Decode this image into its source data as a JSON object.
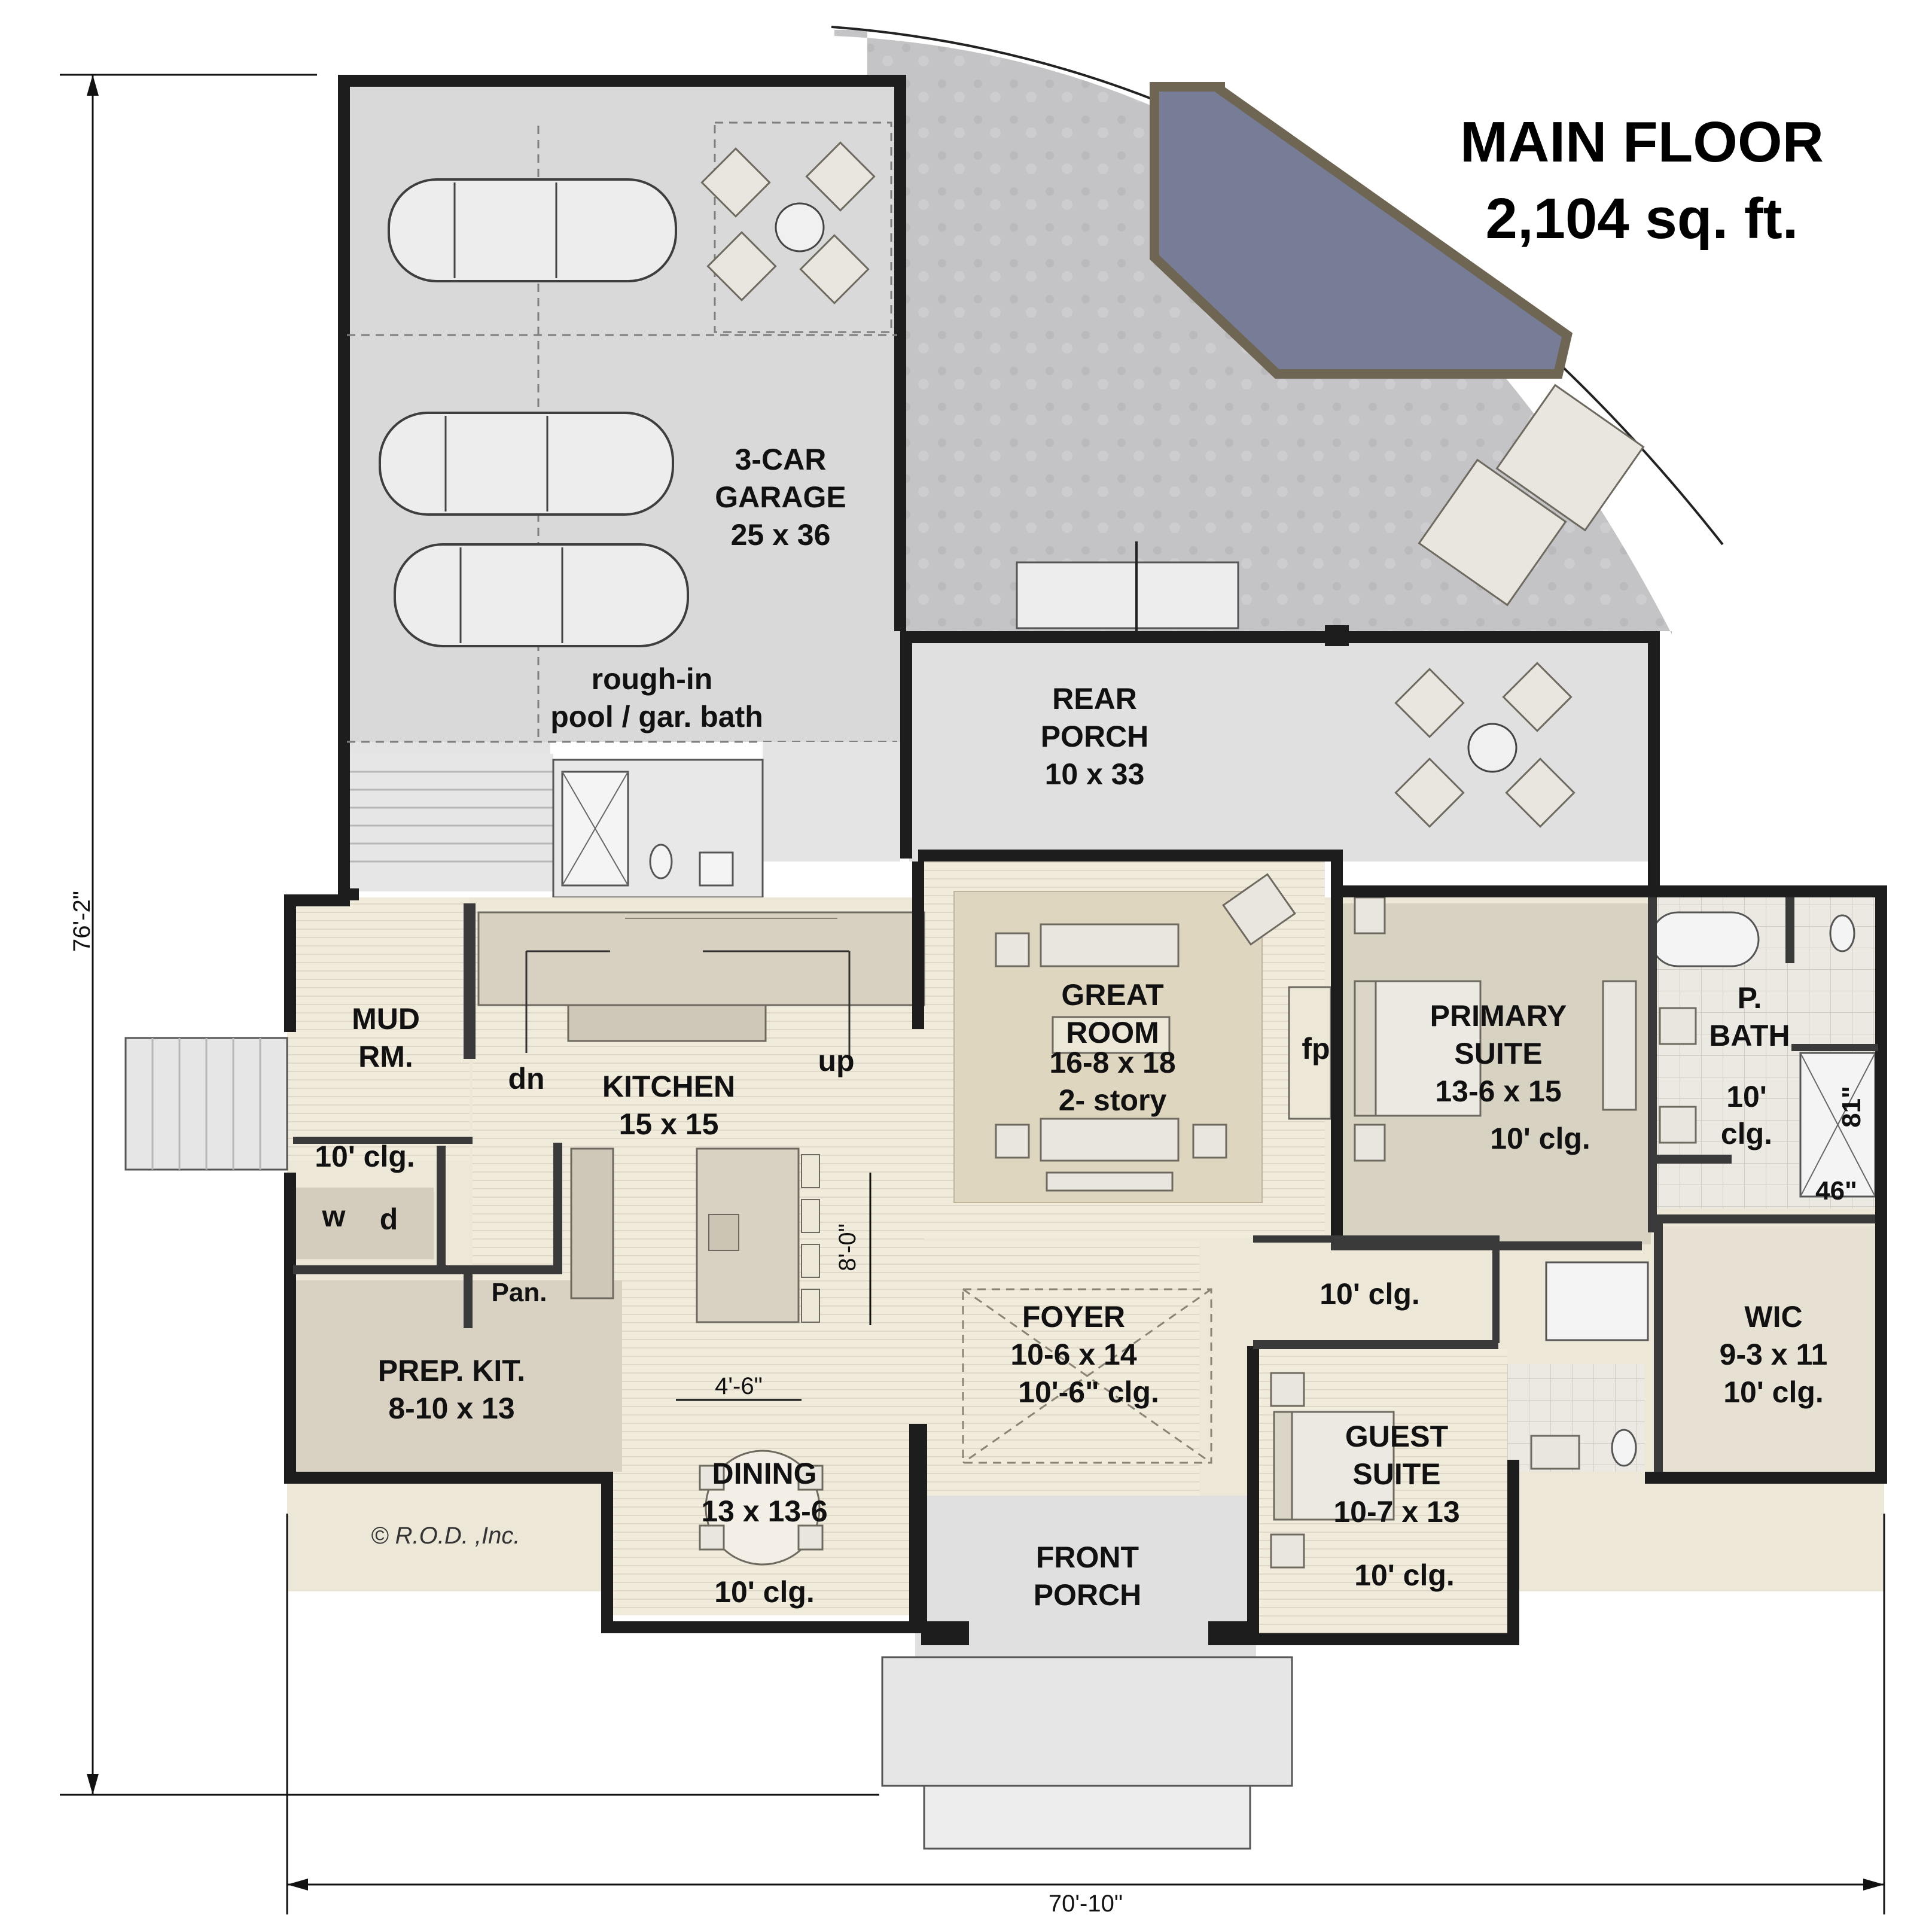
{
  "title": {
    "line1": "MAIN FLOOR",
    "line2": "2,104 sq. ft."
  },
  "dimensions": {
    "depth": "76'-2\"",
    "width": "70'-10\"",
    "island_width": "8'-0\"",
    "counter_gap": "4'-6\"",
    "shower_height": "81\"",
    "shower_width": "46\""
  },
  "rooms": {
    "garage": {
      "name_1": "3-CAR",
      "name_2": "GARAGE",
      "size": "25 x 36",
      "note_1": "rough-in",
      "note_2": "pool / gar. bath"
    },
    "rear_porch": {
      "name_1": "REAR",
      "name_2": "PORCH",
      "size": "10 x 33"
    },
    "mud": {
      "name_1": "MUD",
      "name_2": "RM.",
      "ceiling": "10' clg.",
      "washer": "w",
      "dryer": "d"
    },
    "kitchen": {
      "name": "KITCHEN",
      "size": "15 x 15",
      "stair_down": "dn",
      "stair_up": "up"
    },
    "great_room": {
      "name_1": "GREAT",
      "name_2": "ROOM",
      "size": "16-8 x 18",
      "note": "2- story",
      "fireplace": "fp"
    },
    "primary": {
      "name_1": "PRIMARY",
      "name_2": "SUITE",
      "size": "13-6 x 15",
      "ceiling": "10' clg."
    },
    "pbath": {
      "name_1": "P.",
      "name_2": "BATH",
      "ceiling_1": "10'",
      "ceiling_2": "clg."
    },
    "pantry": {
      "name": "Pan."
    },
    "prep": {
      "name": "PREP. KIT.",
      "size": "8-10 x 13"
    },
    "foyer": {
      "name": "FOYER",
      "size": "10-6 x 14",
      "ceiling": "10'-6\" clg.",
      "hall_ceiling": "10' clg."
    },
    "wic": {
      "name": "WIC",
      "size": "9-3 x 11",
      "ceiling": "10' clg."
    },
    "dining": {
      "name": "DINING",
      "size": "13 x 13-6",
      "ceiling": "10' clg."
    },
    "guest": {
      "name_1": "GUEST",
      "name_2": "SUITE",
      "size": "10-7 x 13",
      "ceiling": "10' clg."
    },
    "front_porch": {
      "name_1": "FRONT",
      "name_2": "PORCH"
    }
  },
  "copyright": "© R.O.D. ,Inc.",
  "colors": {
    "room_fill": "#ede7d8",
    "wood_floor": "#f1ebdc",
    "garage_fill": "#d9d9d9",
    "porch_fill": "#e0e0e0",
    "patio_fill": "#bfbfc1",
    "pool_fill": "#777d96",
    "wall": "#1d1d1d"
  }
}
